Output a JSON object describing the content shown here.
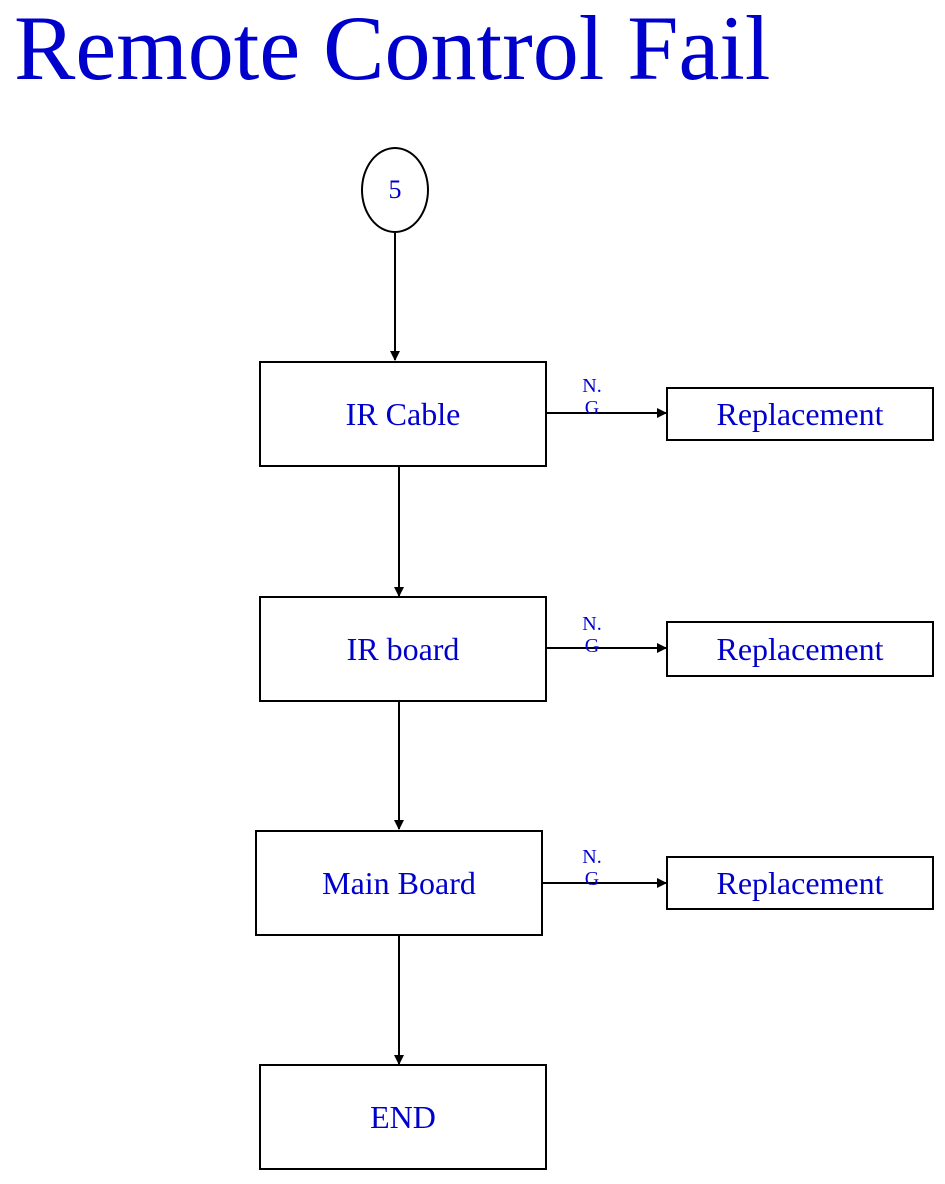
{
  "title": "Remote Control Fail",
  "start_connector": "5",
  "steps": [
    {
      "label": "IR Cable",
      "ng_label": "N.\nG",
      "action": "Replacement"
    },
    {
      "label": "IR board",
      "ng_label": "N.\nG",
      "action": "Replacement"
    },
    {
      "label": "Main Board",
      "ng_label": "N.\nG",
      "action": "Replacement"
    }
  ],
  "end_label": "END",
  "colors": {
    "text": "#0000cc",
    "line": "#000000",
    "background": "#ffffff"
  }
}
